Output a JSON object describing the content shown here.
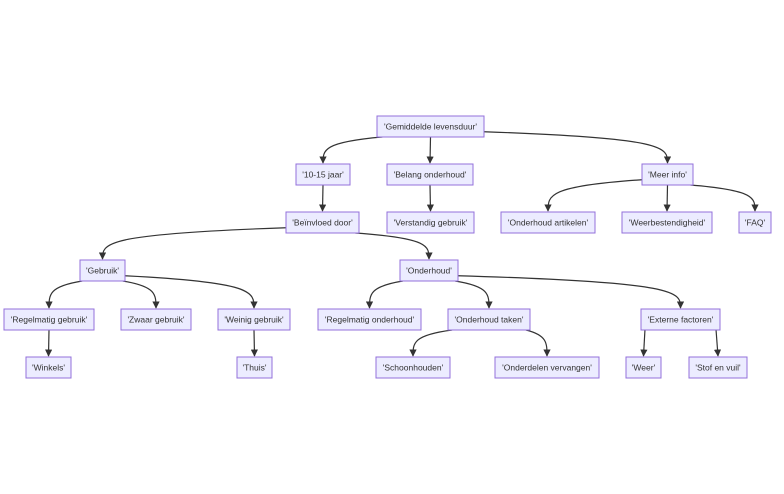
{
  "nodes": [
    {
      "id": "A",
      "label": "'Gemiddelde levensduur'"
    },
    {
      "id": "B",
      "label": "'10-15 jaar'"
    },
    {
      "id": "C",
      "label": "'Belang onderhoud'"
    },
    {
      "id": "D",
      "label": "'Meer info'"
    },
    {
      "id": "E",
      "label": "'Beïnvloed door'"
    },
    {
      "id": "F",
      "label": "'Verstandig gebruik'"
    },
    {
      "id": "G",
      "label": "'Onderhoud artikelen'"
    },
    {
      "id": "H",
      "label": "'Weerbestendigheid'"
    },
    {
      "id": "I",
      "label": "'FAQ'"
    },
    {
      "id": "J",
      "label": "'Gebruik'"
    },
    {
      "id": "K",
      "label": "'Onderhoud'"
    },
    {
      "id": "L",
      "label": "'Regelmatig gebruik'"
    },
    {
      "id": "M",
      "label": "'Zwaar gebruik'"
    },
    {
      "id": "N",
      "label": "'Weinig gebruik'"
    },
    {
      "id": "O",
      "label": "'Regelmatig onderhoud'"
    },
    {
      "id": "P",
      "label": "'Onderhoud taken'"
    },
    {
      "id": "Q",
      "label": "'Externe factoren'"
    },
    {
      "id": "R",
      "label": "'Winkels'"
    },
    {
      "id": "S",
      "label": "'Thuis'"
    },
    {
      "id": "T",
      "label": "'Schoonhouden'"
    },
    {
      "id": "U",
      "label": "'Onderdelen vervangen'"
    },
    {
      "id": "V",
      "label": "'Weer'"
    },
    {
      "id": "W",
      "label": "'Stof en vuil'"
    }
  ],
  "edges": [
    [
      "A",
      "B"
    ],
    [
      "A",
      "C"
    ],
    [
      "A",
      "D"
    ],
    [
      "B",
      "E"
    ],
    [
      "C",
      "F"
    ],
    [
      "D",
      "G"
    ],
    [
      "D",
      "H"
    ],
    [
      "D",
      "I"
    ],
    [
      "E",
      "J"
    ],
    [
      "E",
      "K"
    ],
    [
      "J",
      "L"
    ],
    [
      "J",
      "M"
    ],
    [
      "J",
      "N"
    ],
    [
      "K",
      "O"
    ],
    [
      "K",
      "P"
    ],
    [
      "K",
      "Q"
    ],
    [
      "L",
      "R"
    ],
    [
      "N",
      "S"
    ],
    [
      "P",
      "T"
    ],
    [
      "P",
      "U"
    ],
    [
      "Q",
      "V"
    ],
    [
      "Q",
      "W"
    ]
  ],
  "colors": {
    "node_fill": "#ececff",
    "node_stroke": "#9370db",
    "edge": "#333333"
  }
}
